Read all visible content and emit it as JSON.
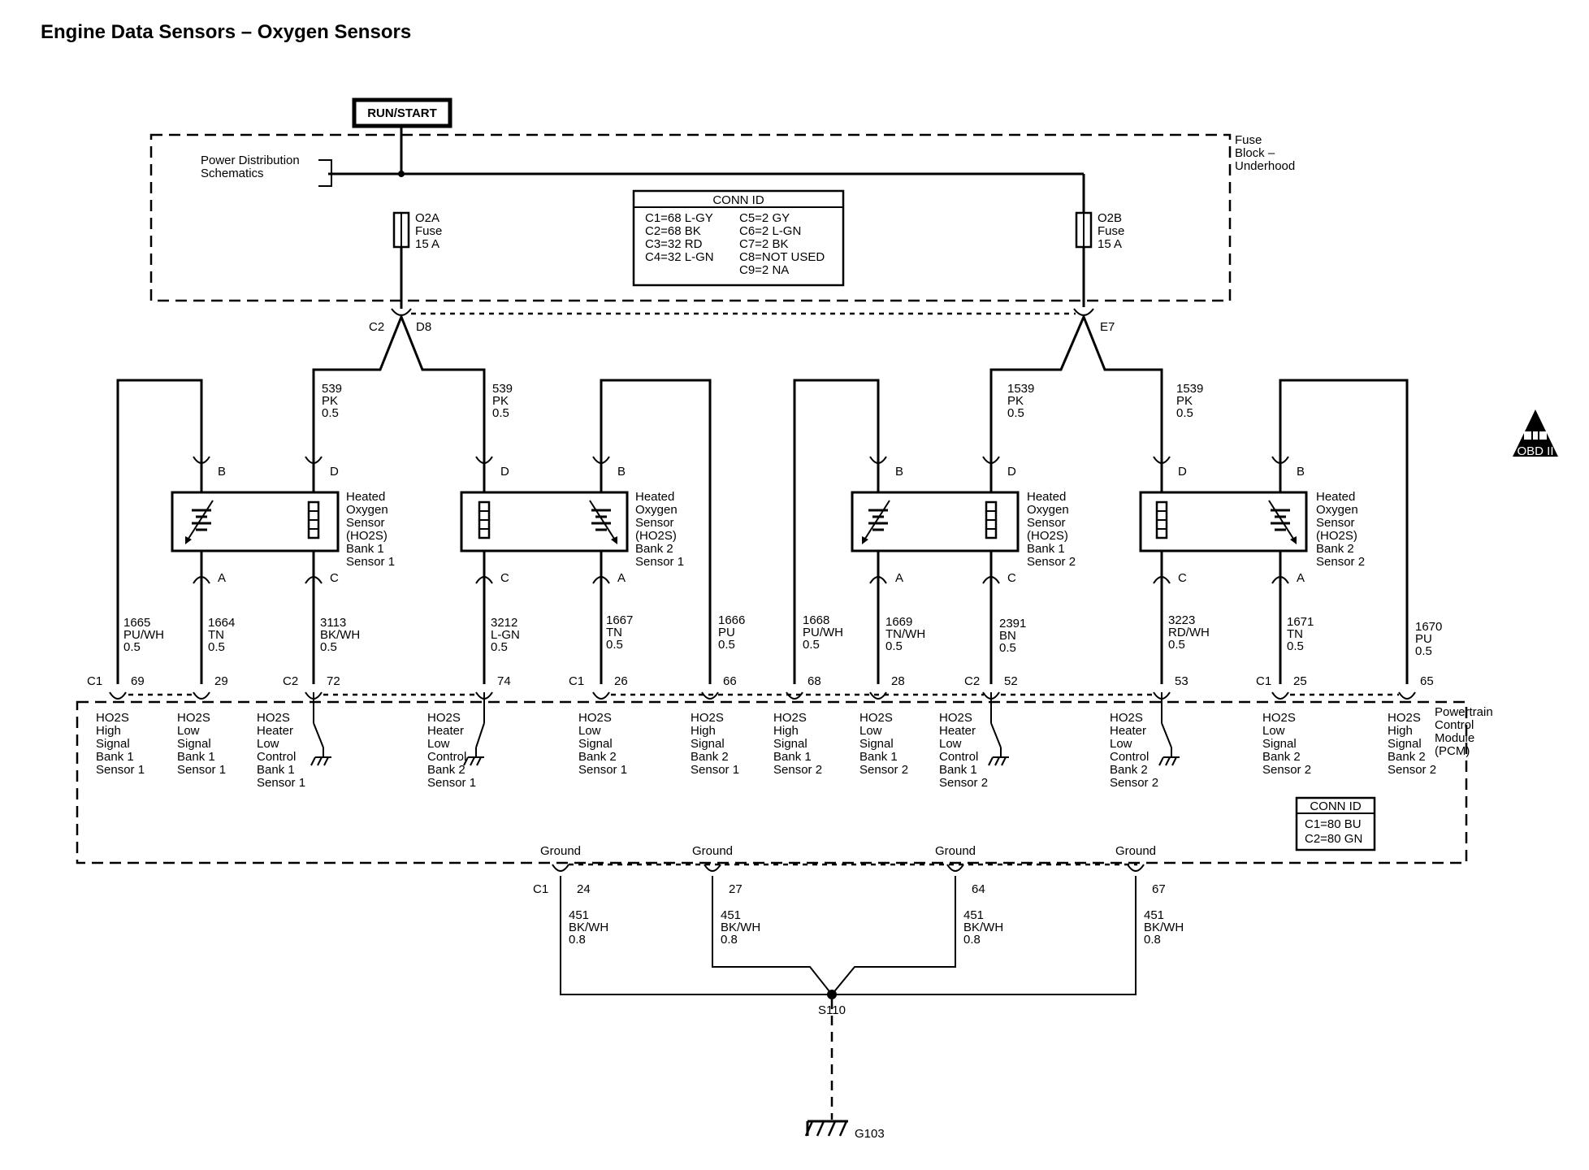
{
  "title": "Engine Data Sensors – Oxygen Sensors",
  "run_start": "RUN/START",
  "power_distribution": [
    "Power Distribution",
    "Schematics"
  ],
  "fuse_block": [
    "Fuse",
    "Block –",
    "Underhood"
  ],
  "fuse_a": [
    "O2A",
    "Fuse",
    "15 A"
  ],
  "fuse_b": [
    "O2B",
    "Fuse",
    "15 A"
  ],
  "fuse_conn": {
    "title": "CONN ID",
    "left": [
      "C1=68 L-GY",
      "C2=68 BK",
      "C3=32 RD",
      "C4=32 L-GN"
    ],
    "right": [
      "C5=2 GY",
      "C6=2 L-GN",
      "C7=2 BK",
      "C8=NOT USED",
      "C9=2 NA"
    ]
  },
  "fuse_pins": {
    "c2": "C2",
    "d8": "D8",
    "e7": "E7"
  },
  "feed_wires": [
    {
      "lines": [
        "539",
        "PK",
        "0.5"
      ]
    },
    {
      "lines": [
        "539",
        "PK",
        "0.5"
      ]
    },
    {
      "lines": [
        "1539",
        "PK",
        "0.5"
      ]
    },
    {
      "lines": [
        "1539",
        "PK",
        "0.5"
      ]
    }
  ],
  "pin_letters": {
    "b": "B",
    "d": "D",
    "a": "A",
    "c": "C"
  },
  "sensors": [
    {
      "lines": [
        "Heated",
        "Oxygen",
        "Sensor",
        "(HO2S)",
        "Bank 1",
        "Sensor 1"
      ]
    },
    {
      "lines": [
        "Heated",
        "Oxygen",
        "Sensor",
        "(HO2S)",
        "Bank 2",
        "Sensor 1"
      ]
    },
    {
      "lines": [
        "Heated",
        "Oxygen",
        "Sensor",
        "(HO2S)",
        "Bank 1",
        "Sensor 2"
      ]
    },
    {
      "lines": [
        "Heated",
        "Oxygen",
        "Sensor",
        "(HO2S)",
        "Bank 2",
        "Sensor 2"
      ]
    }
  ],
  "pcm_wires": [
    {
      "lines": [
        "1665",
        "PU/WH",
        "0.5"
      ],
      "pin": "69"
    },
    {
      "lines": [
        "1664",
        "TN",
        "0.5"
      ],
      "pin": "29"
    },
    {
      "lines": [
        "3113",
        "BK/WH",
        "0.5"
      ],
      "pin": "72"
    },
    {
      "lines": [
        "3212",
        "L-GN",
        "0.5"
      ],
      "pin": "74"
    },
    {
      "lines": [
        "1667",
        "TN",
        "0.5"
      ],
      "pin": "26"
    },
    {
      "lines": [
        "1666",
        "PU",
        "0.5"
      ],
      "pin": "66"
    },
    {
      "lines": [
        "1668",
        "PU/WH",
        "0.5"
      ],
      "pin": "68"
    },
    {
      "lines": [
        "1669",
        "TN/WH",
        "0.5"
      ],
      "pin": "28"
    },
    {
      "lines": [
        "2391",
        "BN",
        "0.5"
      ],
      "pin": "52"
    },
    {
      "lines": [
        "3223",
        "RD/WH",
        "0.5"
      ],
      "pin": "53"
    },
    {
      "lines": [
        "1671",
        "TN",
        "0.5"
      ],
      "pin": "25"
    },
    {
      "lines": [
        "1670",
        "PU",
        "0.5"
      ],
      "pin": "65"
    }
  ],
  "connectors": {
    "c1": "C1",
    "c2": "C2"
  },
  "pcm_functions": [
    [
      "HO2S",
      "High",
      "Signal",
      "Bank 1",
      "Sensor 1"
    ],
    [
      "HO2S",
      "Low",
      "Signal",
      "Bank 1",
      "Sensor 1"
    ],
    [
      "HO2S",
      "Heater",
      "Low",
      "Control",
      "Bank 1",
      "Sensor 1"
    ],
    [
      "HO2S",
      "Heater",
      "Low",
      "Control",
      "Bank 2",
      "Sensor 1"
    ],
    [
      "HO2S",
      "Low",
      "Signal",
      "Bank 2",
      "Sensor 1"
    ],
    [
      "HO2S",
      "High",
      "Signal",
      "Bank 2",
      "Sensor 1"
    ],
    [
      "HO2S",
      "High",
      "Signal",
      "Bank 1",
      "Sensor 2"
    ],
    [
      "HO2S",
      "Low",
      "Signal",
      "Bank 1",
      "Sensor 2"
    ],
    [
      "HO2S",
      "Heater",
      "Low",
      "Control",
      "Bank 1",
      "Sensor 2"
    ],
    [
      "HO2S",
      "Heater",
      "Low",
      "Control",
      "Bank 2",
      "Sensor 2"
    ],
    [
      "HO2S",
      "Low",
      "Signal",
      "Bank 2",
      "Sensor 2"
    ],
    [
      "HO2S",
      "High",
      "Signal",
      "Bank 2",
      "Sensor 2"
    ]
  ],
  "pcm_name": [
    "Powertrain",
    "Control",
    "Module",
    "(PCM)"
  ],
  "pcm_conn": {
    "title": "CONN ID",
    "lines": [
      "C1=80 BU",
      "C2=80 GN"
    ]
  },
  "grounds": [
    {
      "label": "Ground",
      "pin": "24",
      "lines": [
        "451",
        "BK/WH",
        "0.8"
      ]
    },
    {
      "label": "Ground",
      "pin": "27",
      "lines": [
        "451",
        "BK/WH",
        "0.8"
      ]
    },
    {
      "label": "Ground",
      "pin": "64",
      "lines": [
        "451",
        "BK/WH",
        "0.8"
      ]
    },
    {
      "label": "Ground",
      "pin": "67",
      "lines": [
        "451",
        "BK/WH",
        "0.8"
      ]
    }
  ],
  "splice": "S110",
  "ground_point": "G103",
  "obd": "OBD II"
}
